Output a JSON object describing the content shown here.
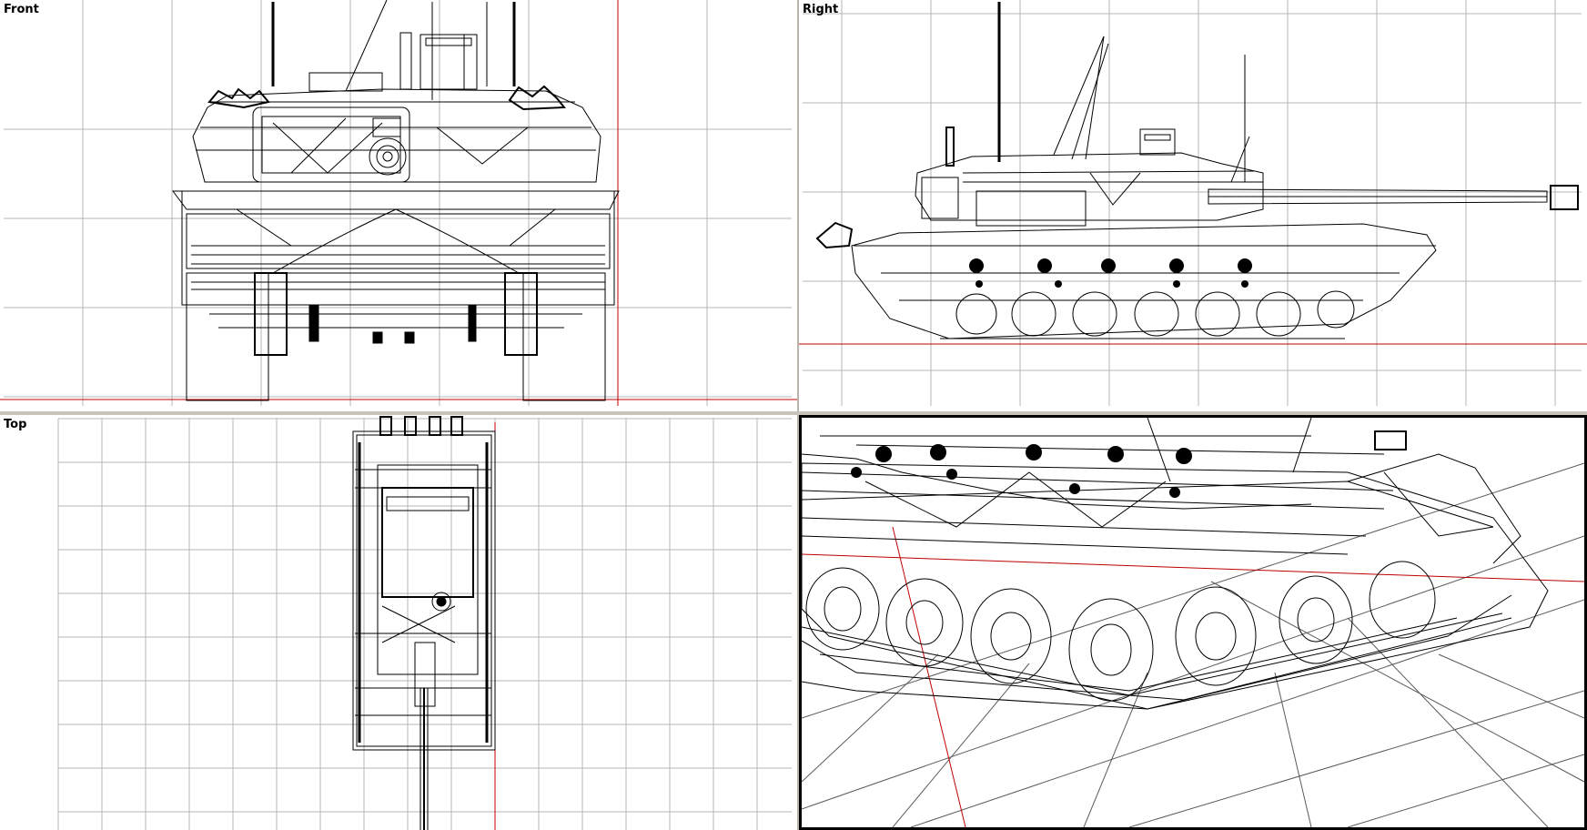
{
  "viewports": {
    "front": {
      "label": "Front"
    },
    "right": {
      "label": "Right"
    },
    "top": {
      "label": "Top"
    },
    "perspective": {
      "label": ""
    }
  },
  "colors": {
    "grid": "#b4b4b4",
    "axis": "#c00000",
    "wire": "#000000",
    "background": "#ffffff",
    "active_border": "#000000"
  },
  "model": {
    "icon": "tank-wireframe"
  }
}
